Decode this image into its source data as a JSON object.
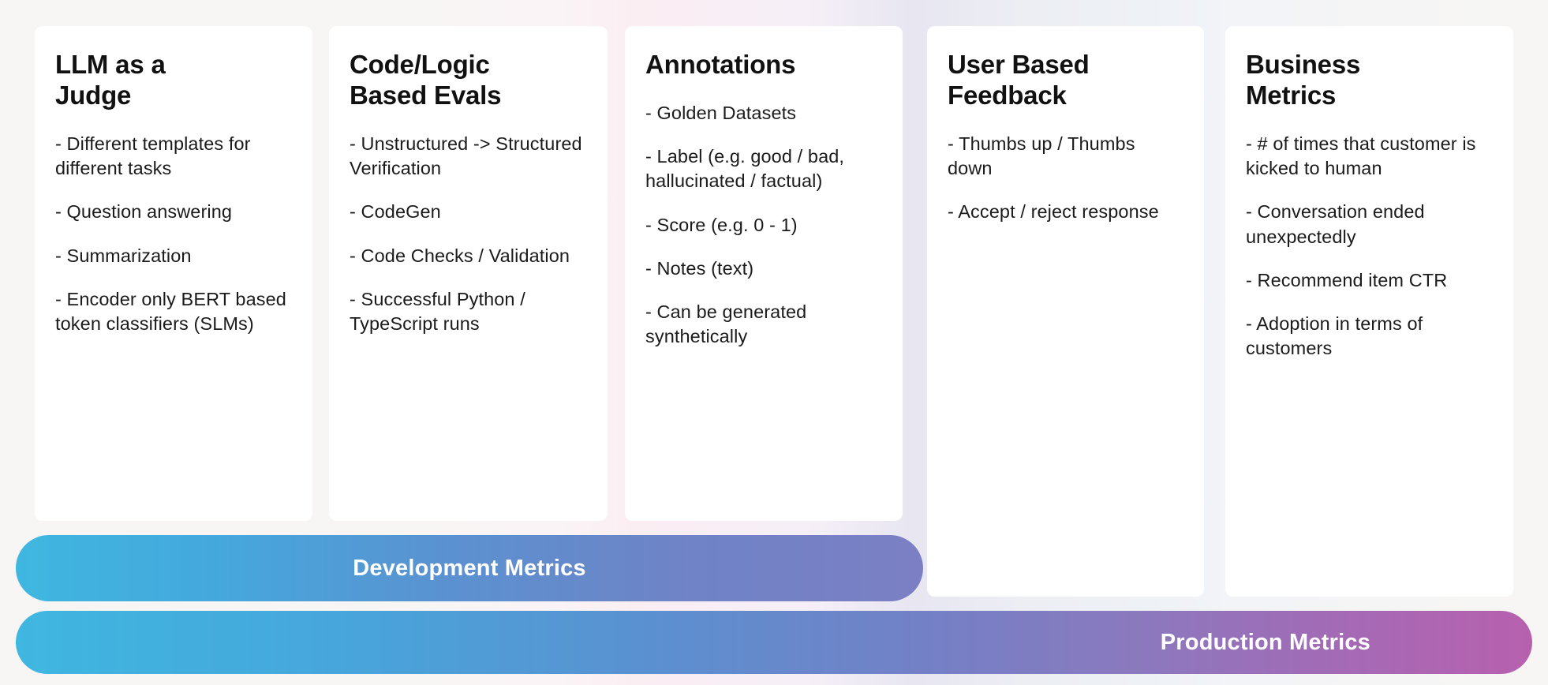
{
  "background_color": "#f7f6f4",
  "columns": [
    {
      "title": "LLM as a\nJudge",
      "items": [
        "- Different templates for different tasks",
        "- Question answering",
        "- Summarization",
        "- Encoder only BERT based token classifiers (SLMs)"
      ]
    },
    {
      "title": "Code/Logic\nBased Evals",
      "items": [
        "- Unstructured -> Structured Verification",
        "- CodeGen",
        "- Code Checks / Validation",
        "- Successful Python / TypeScript runs"
      ]
    },
    {
      "title": "Annotations",
      "items": [
        "- Golden Datasets",
        "- Label (e.g. good / bad, hallucinated / factual)",
        "- Score (e.g. 0 - 1)",
        "- Notes (text)",
        "- Can be generated synthetically"
      ]
    },
    {
      "title": "User Based\nFeedback",
      "items": [
        "- Thumbs up / Thumbs down",
        "- Accept / reject response"
      ]
    },
    {
      "title": "Business\nMetrics",
      "items": [
        "- # of times that customer is kicked to human",
        "- Conversation ended unexpectedly",
        "- Recommend item CTR",
        "- Adoption in terms of customers"
      ]
    }
  ],
  "bars": [
    {
      "label": "Development Metrics",
      "gradient_start": "#3fb7e0",
      "gradient_end": "#7c7fc4",
      "text_color": "#ffffff"
    },
    {
      "label": "Production Metrics",
      "gradient_start": "#3fb7e0",
      "gradient_end": "#b761ae",
      "text_color": "#ffffff"
    }
  ]
}
